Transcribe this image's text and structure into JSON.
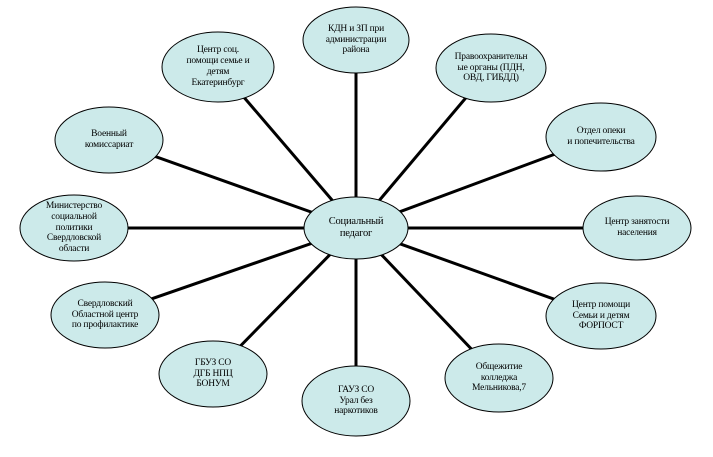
{
  "diagram": {
    "fill_color": "#cceaea",
    "stroke_color": "#000000",
    "center": {
      "label": "Социальный\nпедагог"
    },
    "nodes": [
      {
        "id": "kdn",
        "label": "КДН и ЗП при\nадминистрации\nрайона"
      },
      {
        "id": "law",
        "label": "Правоохранительн\nые органы (ПДН,\nОВД, ГИБДД)"
      },
      {
        "id": "guardianship",
        "label": "Отдел опеки\nи попечительства"
      },
      {
        "id": "employment",
        "label": "Центр занятости\nнаселения"
      },
      {
        "id": "forpost",
        "label": "Центр помощи\nСемьи и детям\nФОРПОСТ"
      },
      {
        "id": "college",
        "label": "Общежитие\nколледжа\nМельникова,7"
      },
      {
        "id": "gauz",
        "label": "ГАУЗ СО\nУрал без\nнаркотиков"
      },
      {
        "id": "gbuz",
        "label": "ГБУЗ СО\nДГБ НПЦ\nБОНУМ"
      },
      {
        "id": "prevention",
        "label": "Свердловский\nОбластной центр\nпо профилактике"
      },
      {
        "id": "ministry",
        "label": "Министерство\nсоциальной\nполитики\nСвердловской\nобласти"
      },
      {
        "id": "military",
        "label": "Военный\nкомиссариат"
      },
      {
        "id": "social_help",
        "label": "Центр соц.\nпомощи семье и\nдетям\nЕкатеринбург"
      }
    ]
  }
}
